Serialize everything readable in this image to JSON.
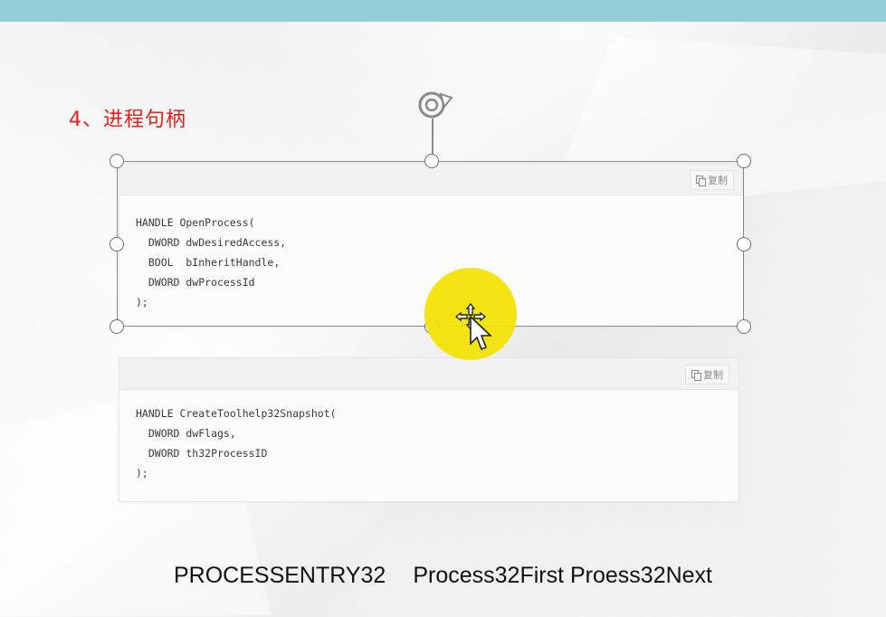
{
  "slide": {
    "title": "4、进程句柄",
    "accent_color": "#e8201a",
    "top_bar_color": "#93cdd6"
  },
  "code_blocks": [
    {
      "copy_label": "复制",
      "code": "HANDLE OpenProcess(\n  DWORD dwDesiredAccess,\n  BOOL  bInheritHandle,\n  DWORD dwProcessId\n);"
    },
    {
      "copy_label": "复制",
      "code": "HANDLE CreateToolhelp32Snapshot(\n  DWORD dwFlags,\n  DWORD th32ProcessID\n);"
    }
  ],
  "caption": {
    "part1": "PROCESSENTRY32",
    "part2": "Process32First Proess32Next"
  },
  "selection": {
    "handle_color": "#6e6e6e",
    "icons": [
      "rotate-icon",
      "move-cursor-icon"
    ]
  },
  "cursor_highlight_color": "#f4e200"
}
